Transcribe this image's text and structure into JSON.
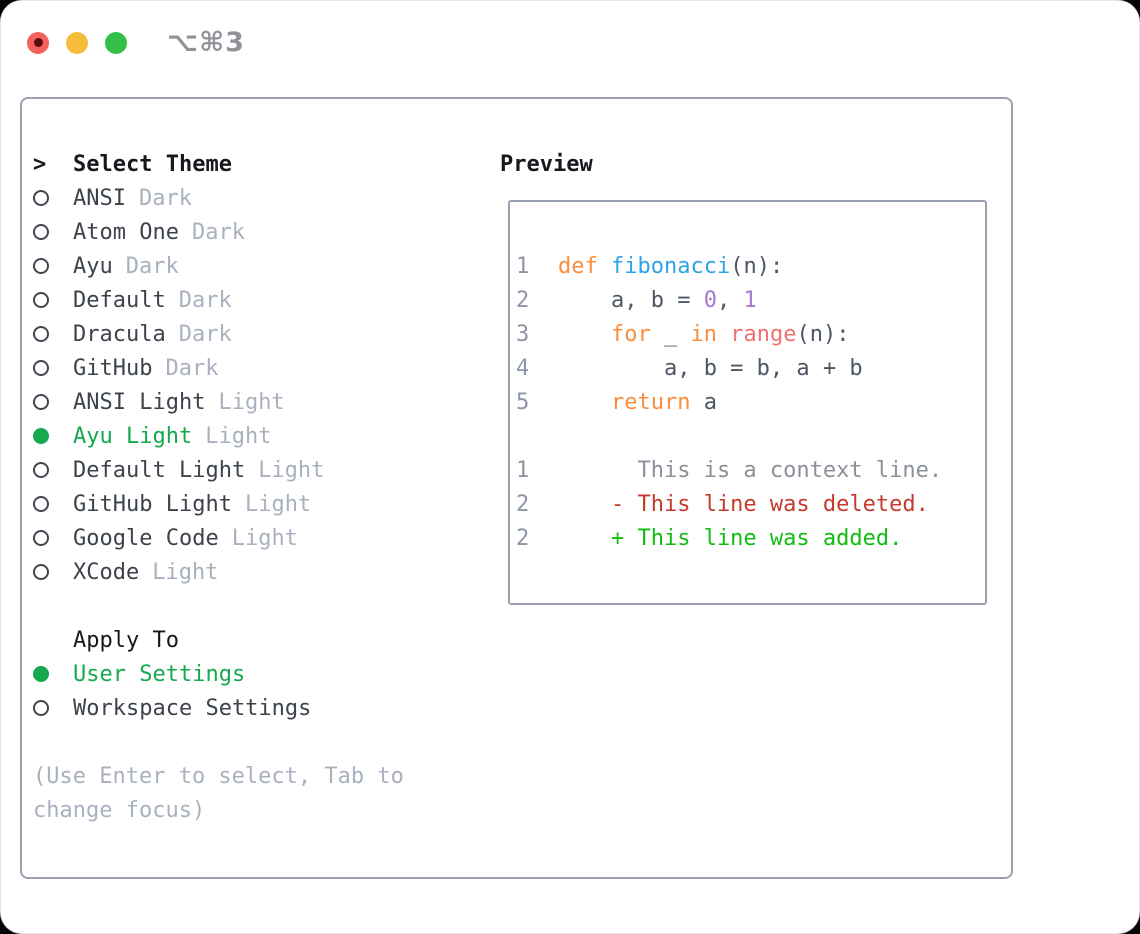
{
  "window": {
    "title": "⌥⌘3"
  },
  "colors": {
    "accent-green": "#16a94e",
    "added-green": "#12bd12",
    "deleted-red": "#c43b2c",
    "keyword-orange": "#fa8d3e",
    "function-blue": "#2ea4e8",
    "builtin-coral": "#f0716f",
    "number-purple": "#a37acc",
    "code-text": "#4e5663",
    "line-number-gray": "#8b95a4",
    "context-gray": "#8b9099",
    "item-text": "#3d434c",
    "tag-gray": "#a9b1bf",
    "help-gray": "#a9b1bf",
    "panel-border": "#99a1b0",
    "header-black": "#15181d",
    "title-gray": "#8f9399",
    "traffic-red": "#f4615c",
    "traffic-red-dot": "#5f0b09",
    "traffic-yellow": "#f6bc3c",
    "traffic-green": "#33bf47"
  },
  "theme_panel": {
    "cursor": ">",
    "header": "Select Theme",
    "items": [
      {
        "name": "ANSI",
        "tag": "Dark",
        "selected": false
      },
      {
        "name": "Atom One",
        "tag": "Dark",
        "selected": false
      },
      {
        "name": "Ayu",
        "tag": "Dark",
        "selected": false
      },
      {
        "name": "Default",
        "tag": "Dark",
        "selected": false
      },
      {
        "name": "Dracula",
        "tag": "Dark",
        "selected": false
      },
      {
        "name": "GitHub",
        "tag": "Dark",
        "selected": false
      },
      {
        "name": "ANSI Light",
        "tag": "Light",
        "selected": false
      },
      {
        "name": "Ayu Light",
        "tag": "Light",
        "selected": true
      },
      {
        "name": "Default Light",
        "tag": "Light",
        "selected": false
      },
      {
        "name": "GitHub Light",
        "tag": "Light",
        "selected": false
      },
      {
        "name": "Google Code",
        "tag": "Light",
        "selected": false
      },
      {
        "name": "XCode",
        "tag": "Light",
        "selected": false
      }
    ],
    "apply_to": {
      "header": "Apply To",
      "options": [
        {
          "label": "User Settings",
          "selected": true
        },
        {
          "label": "Workspace Settings",
          "selected": false
        }
      ]
    },
    "help": "(Use Enter to select, Tab to change focus)"
  },
  "preview": {
    "header": "Preview",
    "code_lines": [
      {
        "num": "1",
        "tokens": [
          {
            "text": "def ",
            "type": "keyword"
          },
          {
            "text": "fibonacci",
            "type": "function"
          },
          {
            "text": "(n):",
            "type": "plain"
          }
        ]
      },
      {
        "num": "2",
        "tokens": [
          {
            "text": "    a, b = ",
            "type": "plain"
          },
          {
            "text": "0",
            "type": "number"
          },
          {
            "text": ", ",
            "type": "plain"
          },
          {
            "text": "1",
            "type": "number"
          }
        ]
      },
      {
        "num": "3",
        "tokens": [
          {
            "text": "    ",
            "type": "plain"
          },
          {
            "text": "for",
            "type": "keyword"
          },
          {
            "text": " _ ",
            "type": "plain"
          },
          {
            "text": "in",
            "type": "keyword"
          },
          {
            "text": " ",
            "type": "plain"
          },
          {
            "text": "range",
            "type": "builtin"
          },
          {
            "text": "(n):",
            "type": "plain"
          }
        ]
      },
      {
        "num": "4",
        "tokens": [
          {
            "text": "        a, b = b, a + b",
            "type": "plain"
          }
        ]
      },
      {
        "num": "5",
        "tokens": [
          {
            "text": "    ",
            "type": "plain"
          },
          {
            "text": "return",
            "type": "keyword"
          },
          {
            "text": " a",
            "type": "plain"
          }
        ]
      }
    ],
    "diff_lines": [
      {
        "num": "1",
        "type": "context",
        "text": "      This is a context line."
      },
      {
        "num": "2",
        "type": "deleted",
        "text": "    - This line was deleted."
      },
      {
        "num": "2",
        "type": "added",
        "text": "    + This line was added."
      }
    ]
  }
}
